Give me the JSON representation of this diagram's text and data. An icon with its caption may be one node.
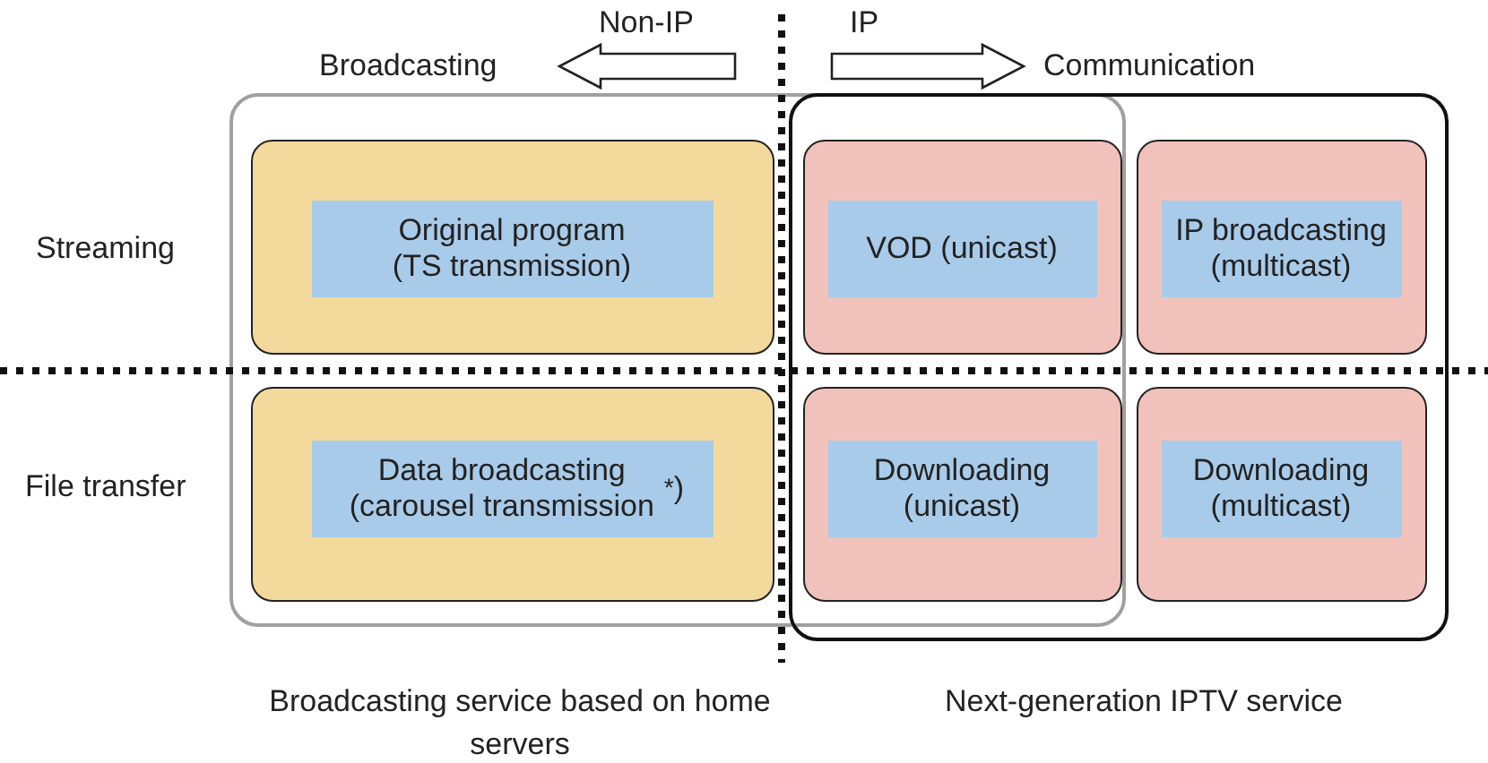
{
  "diagram": {
    "nodes": [
      {
        "text": [
          "Broadcasting service based on home servers"
        ]
      },
      {
        "text": [
          "Next-generation IPTV service"
        ]
      },
      {
        "text": [],
        "shape": "box",
        "in": 0
      },
      {
        "text": [
          "Original program (TS transmission)"
        ],
        "in": 2
      },
      {
        "text": [],
        "shape": "box"
      },
      {
        "text": [
          "VOD (unicast)"
        ],
        "in": 4
      },
      {
        "text": [],
        "shape": "box",
        "in": 1
      },
      {
        "text": [
          "IP broadcasting (multicast)"
        ],
        "in": 6
      },
      {
        "text": [],
        "shape": "box",
        "in": 0
      },
      {
        "text": [
          "Data broadcasting (carousel transmission$^{*}$)"
        ],
        "in": 8
      },
      {
        "text": [],
        "shape": "box"
      },
      {
        "text": [
          "Downloading (unicast)"
        ],
        "in": 10
      },
      {
        "text": [],
        "shape": "box",
        "in": 1
      },
      {
        "text": [
          "Downloading (multicast)"
        ],
        "in": 12
      }
    ],
    "labels": [
      "Non-IP",
      "IP",
      "Broadcasting",
      "Communication",
      "Streaming",
      "File transfer"
    ]
  }
}
